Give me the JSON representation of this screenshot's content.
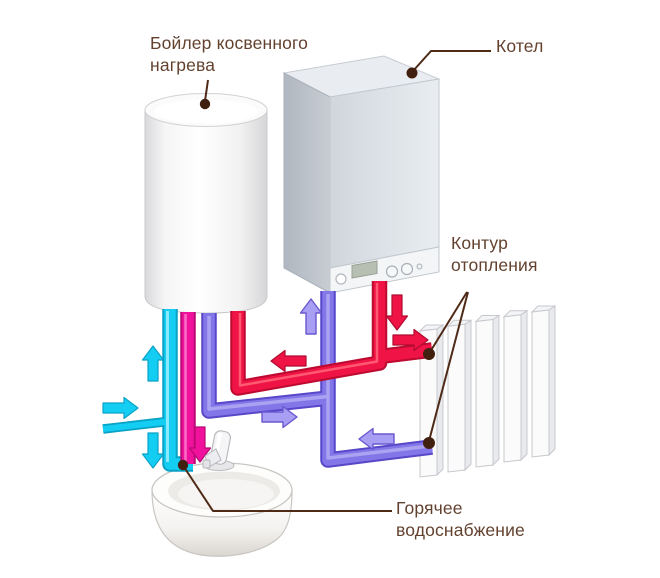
{
  "labels": {
    "indirect_boiler": {
      "line1": "Бойлер косвенного",
      "line2": "нагрева"
    },
    "kotel": {
      "text": "Котел"
    },
    "heating_circuit": {
      "line1": "Контур",
      "line2": "отопления"
    },
    "hot_water": {
      "line1": "Горячее",
      "line2": "водоснабжение"
    }
  },
  "colors": {
    "cold_water": "#14cdf2",
    "dhw_hot_water": "#f0129c",
    "boiler_supply": "#f01345",
    "heating_return": "#8376e8",
    "return_arrow": "#a89ef4",
    "label_text": "#63412f",
    "leader_line": "#4f2a17",
    "leader_dot": "#42200f"
  }
}
